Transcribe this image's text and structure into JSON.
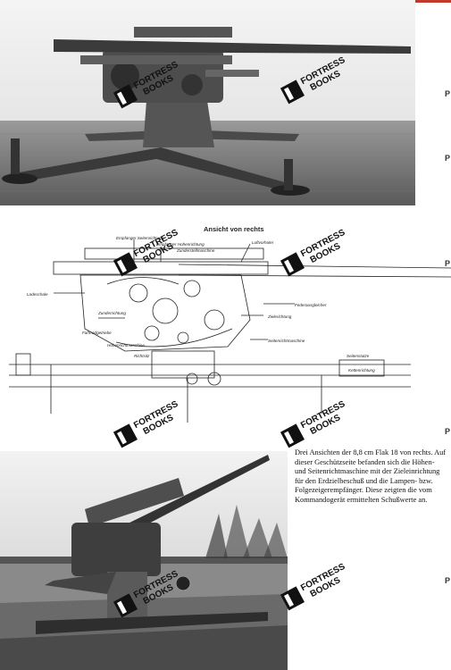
{
  "page": {
    "accent": "#c0392b"
  },
  "drawing": {
    "title": "Ansicht von rechts",
    "labels": {
      "l1": "Empfanger Seitenrichtung",
      "l2": "Empfanger Hohenrichtung",
      "l3": "Zunderstellmaschine",
      "l4": "Luftvorholer",
      "l5": "Ladeschale",
      "l6": "Zunderrichtung",
      "l7": "Fahrradgetriebe",
      "l8": "Hohenrichtmaschine",
      "l9": "Richtsitz",
      "l10": "Federausgleicher",
      "l11": "Zielerichtung",
      "l12": "Seitenrichtmaschine",
      "l13": "Kettenrichtung",
      "l14": "Seitenstutze"
    }
  },
  "watermark": {
    "line1": "FORTRESS",
    "line2": "BOOKS"
  },
  "caption": "Drei Ansichten der 8,8 cm Flak 18 von rechts. Auf dieser Geschützseite befanden sich die Höhen- und Seitenrichtmaschine mit der Zieleinrichtung für den Erdzielbeschuß und die Lampen- bzw. Folgezeigerempfänger. Diese zeigten die vom Kommandogerät ermittelten Schußwerte an.",
  "edge_marks": [
    "P",
    "P",
    "P",
    "P",
    "P"
  ]
}
